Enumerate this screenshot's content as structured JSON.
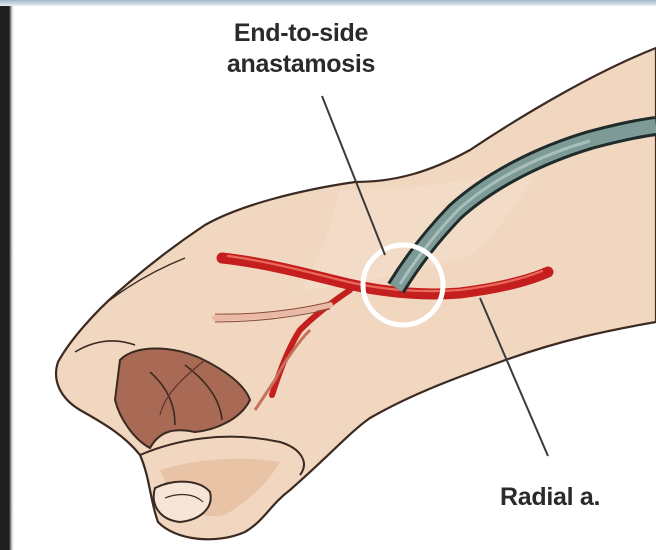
{
  "labels": {
    "anastomosis_line1": "End-to-side",
    "anastomosis_line2": "anastamosis",
    "radial_artery": "Radial a."
  },
  "colors": {
    "skin": "#f1d7c0",
    "skin_shadow": "#d7a888",
    "outline": "#3a2a22",
    "artery": "#c41e1e",
    "artery_highlight": "#e86a5a",
    "graft": "#7d9a96",
    "graft_edge": "#1f2a2a",
    "leader": "#3a3a3a",
    "circle": "#ffffff"
  }
}
